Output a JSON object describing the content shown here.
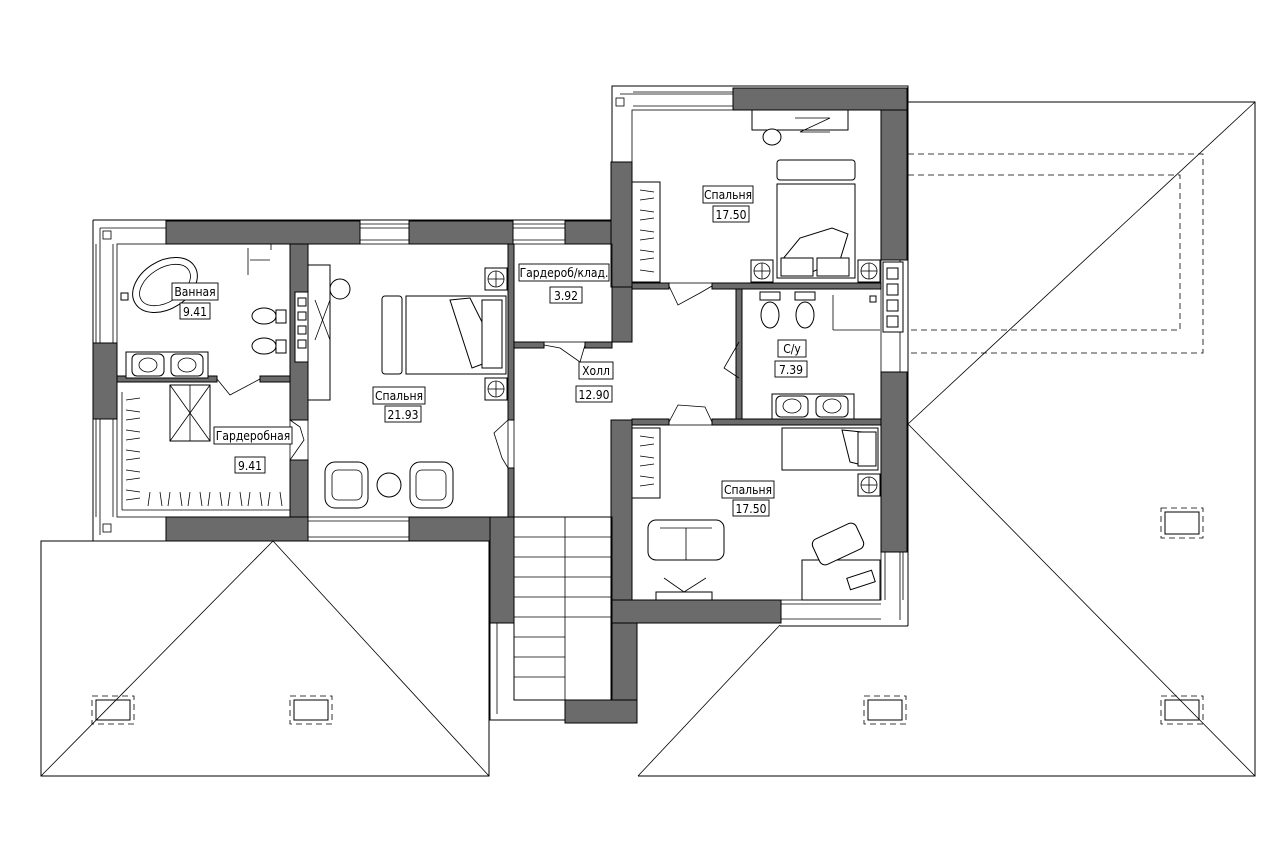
{
  "rooms": [
    {
      "id": "bathroom",
      "name": "Ванная",
      "area": "9.41"
    },
    {
      "id": "dressing",
      "name": "Гардеробная",
      "area": "9.41"
    },
    {
      "id": "bedroom-main",
      "name": "Спальня",
      "area": "21.93"
    },
    {
      "id": "storage",
      "name": "Гардероб/клад.",
      "area": "3.92"
    },
    {
      "id": "hall",
      "name": "Холл",
      "area": "12.90"
    },
    {
      "id": "bedroom-ne",
      "name": "Спальня",
      "area": "17.50"
    },
    {
      "id": "wc",
      "name": "С/у",
      "area": "7.39"
    },
    {
      "id": "bedroom-se",
      "name": "Спальня",
      "area": "17.50"
    }
  ]
}
